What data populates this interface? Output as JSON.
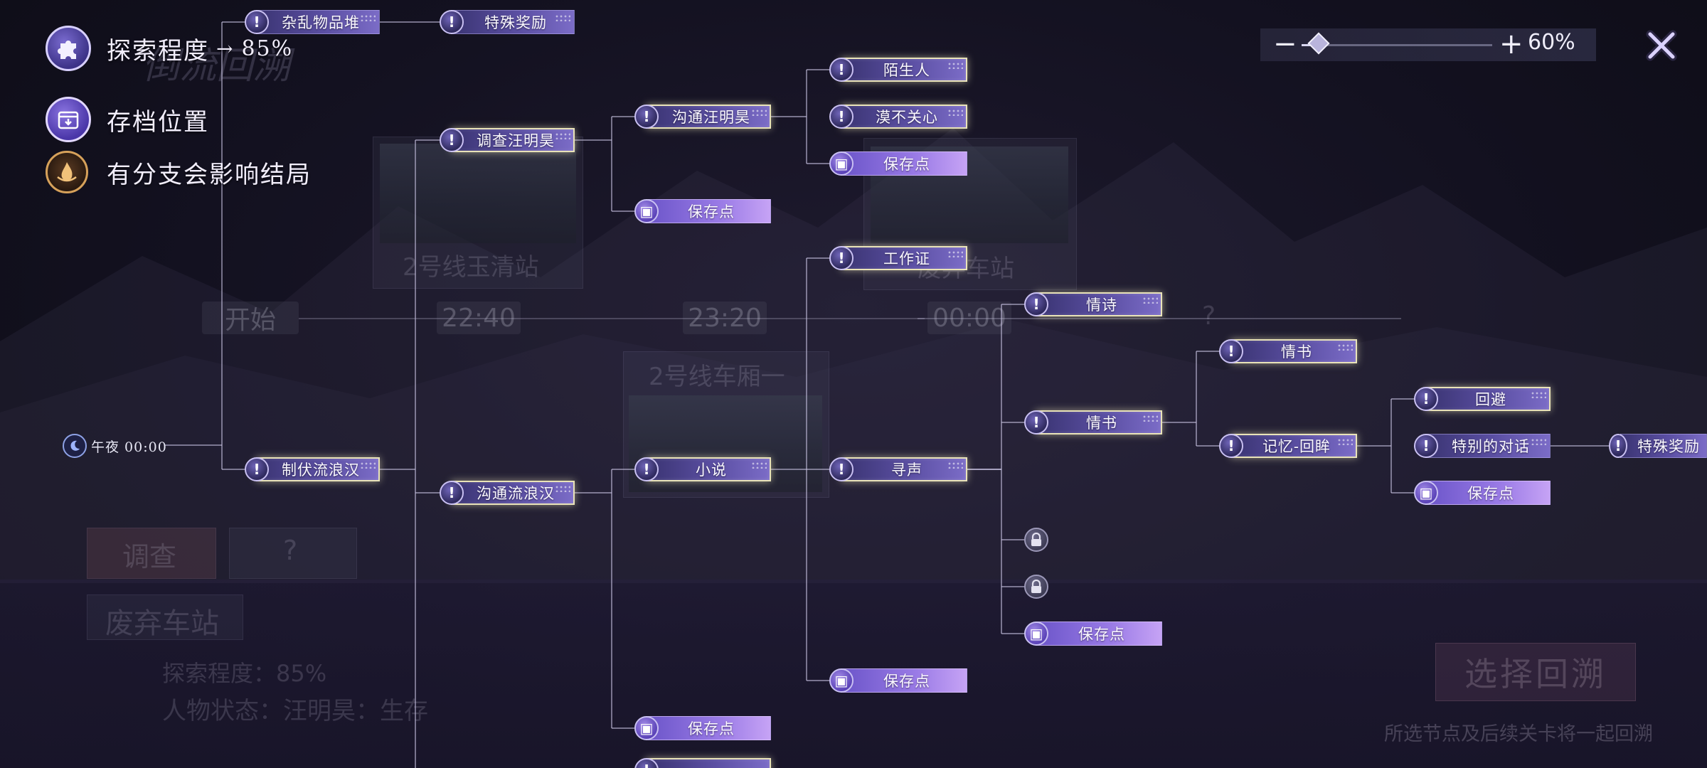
{
  "legend": {
    "progress_label": "探索程度",
    "progress_arrow": "→",
    "progress_value": "85%",
    "save_label": "存档位置",
    "branch_label": "有分支会影响结局"
  },
  "zoom": {
    "minus": "−",
    "plus": "+",
    "value_text": "60%",
    "level": 0.09
  },
  "close_label": "X",
  "start": {
    "label": "午夜 00:00"
  },
  "background": {
    "title_faded": "倒流回溯",
    "start_chip": "开始",
    "times": [
      "22:40",
      "23:20",
      "00:00"
    ],
    "stations": [
      "2号线玉清站",
      "2号线车厢一",
      "废弃车站"
    ],
    "unknown": "?",
    "tabs": [
      "调查",
      "?"
    ],
    "location": "废弃车站",
    "progress_line": "探索程度：85%",
    "status_line": "人物状态：汪明昊：生存"
  },
  "nodes": {
    "n_clutter": "杂乱物品堆",
    "n_special1": "特殊奖励",
    "n_investigate": "调查汪明昊",
    "n_talk_wang": "沟通汪明昊",
    "n_stranger": "陌生人",
    "n_indifferent": "漠不关心",
    "n_save_a": "保存点",
    "n_save_b": "保存点",
    "n_workcard": "工作证",
    "n_poem": "情诗",
    "n_letter_b": "情书",
    "n_letter_a": "情书",
    "n_memory": "记忆-回眸",
    "n_avoid": "回避",
    "n_special_talk": "特别的对话",
    "n_special2": "特殊奖励",
    "n_save_c": "保存点",
    "n_subdue": "制伏流浪汉",
    "n_talk_tramp": "沟通流浪汉",
    "n_novel": "小说",
    "n_voice": "寻声",
    "n_save_d": "保存点",
    "n_save_e": "保存点",
    "n_save_f": "保存点",
    "n_partial": ""
  },
  "replay": {
    "button": "选择回溯",
    "hint": "所选节点及后续关卡将一起回溯"
  },
  "colors": {
    "accent": "#7b6cc7",
    "glow": "#e9e3b8",
    "save": "#9a7be6"
  }
}
